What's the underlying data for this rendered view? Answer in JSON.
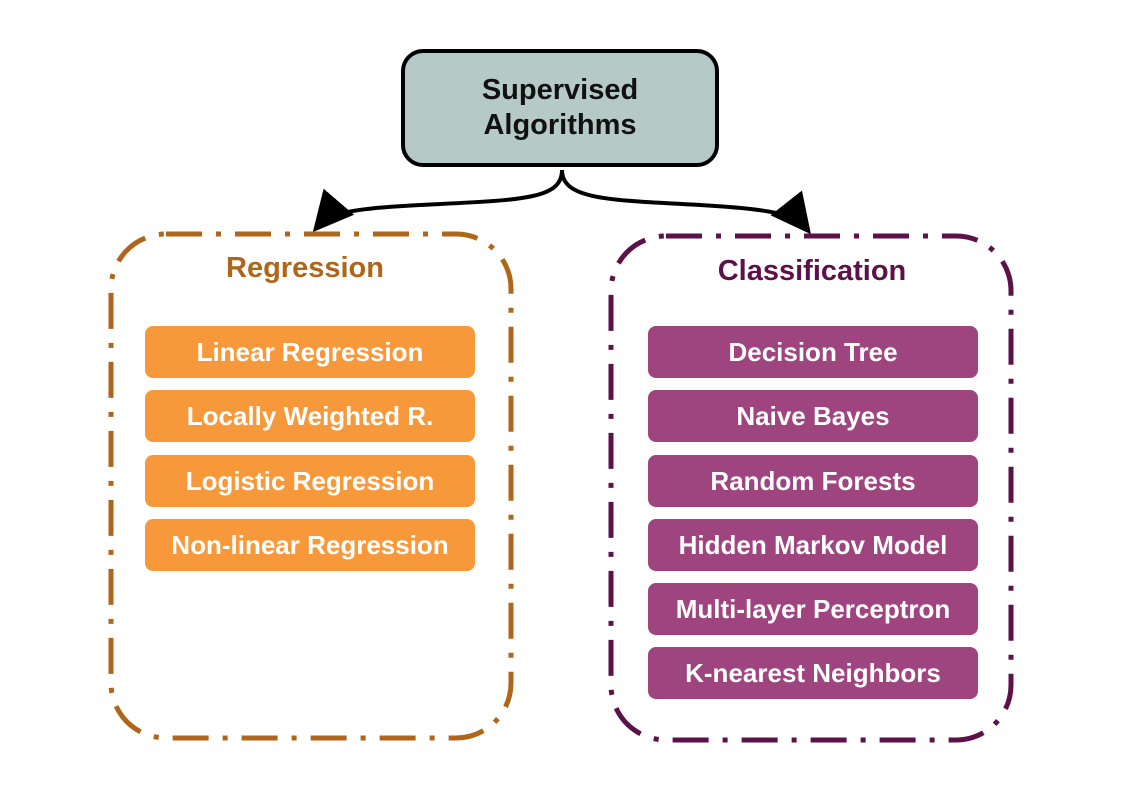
{
  "root": {
    "line1": "Supervised",
    "line2": "Algorithms"
  },
  "groups": {
    "regression": {
      "title": "Regression",
      "color": "#b0661a",
      "item_color": "#f7993a",
      "items": [
        "Linear Regression",
        "Locally Weighted R.",
        "Logistic Regression",
        "Non-linear Regression"
      ]
    },
    "classification": {
      "title": "Classification",
      "color": "#5c1248",
      "item_color": "#9e447e",
      "items": [
        "Decision Tree",
        "Naive Bayes",
        "Random Forests",
        "Hidden Markov Model",
        "Multi-layer Perceptron",
        "K-nearest Neighbors"
      ]
    }
  }
}
